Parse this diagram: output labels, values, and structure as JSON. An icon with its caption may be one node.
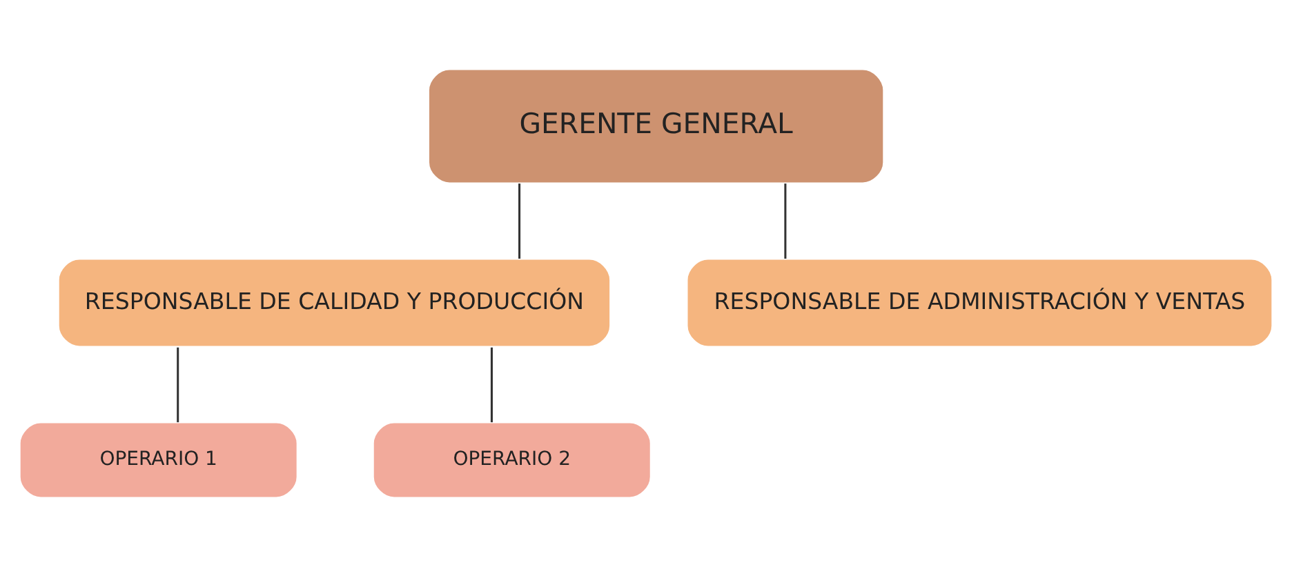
{
  "diagram": {
    "nodes": [
      {
        "text": [
          "GERENTE GENERAL"
        ]
      },
      {
        "text": [
          "RESPONSABLE DE CALIDAD Y PRODUCCIÓN"
        ]
      },
      {
        "text": [
          "RESPONSABLE DE ADMINISTRACIÓN Y VENTAS"
        ]
      },
      {
        "text": [
          "OPERARIO 1"
        ]
      },
      {
        "text": [
          "OPERARIO 2"
        ]
      }
    ],
    "edges": [
      {
        "from": 0,
        "to": 1,
        "arrow": "none"
      },
      {
        "from": 0,
        "to": 2,
        "arrow": "none"
      },
      {
        "from": 1,
        "to": 3,
        "arrow": "none"
      },
      {
        "from": 1,
        "to": 4,
        "arrow": "none"
      }
    ]
  }
}
